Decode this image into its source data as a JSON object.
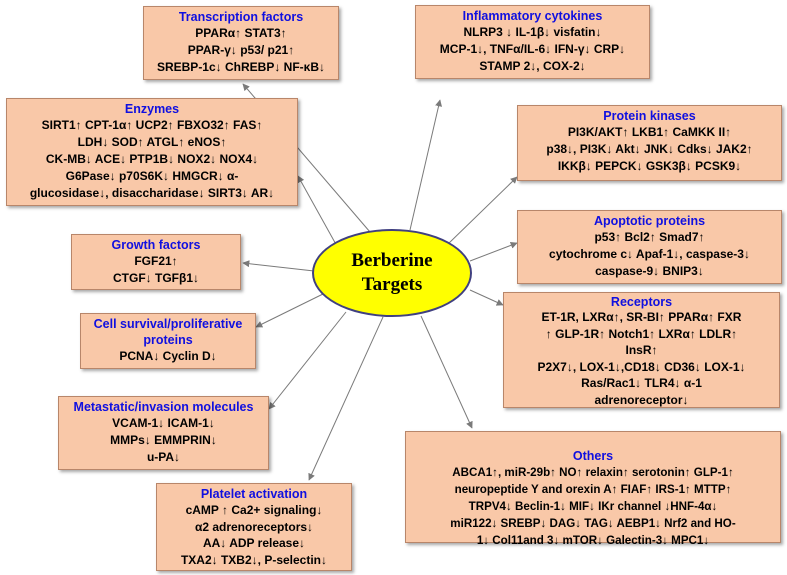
{
  "center": {
    "line1": "Berberine",
    "line2": "Targets"
  },
  "boxes": [
    {
      "id": "transcription-factors",
      "title": "Transcription factors",
      "lines": [
        "PPARα↑ STAT3↑",
        "PPAR-γ↓  p53/ p21↑",
        "SREBP-1c↓ ChREBP↓  NF-κB↓"
      ]
    },
    {
      "id": "inflammatory-cytokines",
      "title": "Inflammatory cytokines",
      "lines": [
        "NLRP3 ↓  IL-1β↓ visfatin↓",
        "MCP-1↓, TNFα/IL-6↓  IFN-γ↓  CRP↓",
        "STAMP 2↓, COX-2↓"
      ]
    },
    {
      "id": "enzymes",
      "title": "Enzymes",
      "lines": [
        "SIRT1↑  CPT-1α↑ UCP2↑   FBXO32↑ FAS↑",
        "LDH↓  SOD↑  ATGL↑  eNOS↑",
        "CK-MB↓ ACE↓   PTP1B↓  NOX2↓  NOX4↓",
        "G6Pase↓ p70S6K↓ HMGCR↓    α-",
        "glucosidase↓, disaccharidase↓  SIRT3↓ AR↓"
      ]
    },
    {
      "id": "protein-kinases",
      "title": "Protein kinases",
      "lines": [
        "PI3K/AKT↑ LKB1↑  CaMKK II↑",
        "p38↓,  PI3K↓  Akt↓ JNK↓ Cdks↓    JAK2↑",
        "IKKβ↓   PEPCK↓ GSK3β↓  PCSK9↓"
      ]
    },
    {
      "id": "growth-factors",
      "title": "Growth factors",
      "lines": [
        "FGF21↑",
        "CTGF↓ TGFβ1↓"
      ]
    },
    {
      "id": "apoptotic-proteins",
      "title": "Apoptotic proteins",
      "lines": [
        "p53↑ Bcl2↑ Smad7↑",
        "cytochrome c↓ Apaf-1↓, caspase-3↓",
        "caspase-9↓  BNIP3↓"
      ]
    },
    {
      "id": "cell-survival",
      "title": "Cell survival/proliferative proteins",
      "titleLines": [
        "Cell survival/proliferative",
        "proteins"
      ],
      "lines": [
        "PCNA↓ Cyclin D↓"
      ]
    },
    {
      "id": "receptors",
      "title": "Receptors",
      "lines": [
        "ET-1R, LXRα↑,   SR-BI↑ PPARα↑ FXR",
        "↑  GLP-1R↑ Notch1↑ LXRα↑ LDLR↑",
        "InsR↑",
        "P2X7↓, LOX-1↓,CD18↓ CD36↓   LOX-1↓",
        "Ras/Rac1↓  TLR4↓   α-1",
        "adrenoreceptor↓"
      ]
    },
    {
      "id": "metastatic-molecules",
      "title": "Metastatic/invasion molecules",
      "lines": [
        "VCAM-1↓    ICAM-1↓",
        "MMPs↓ EMMPRIN↓",
        "u-PA↓"
      ]
    },
    {
      "id": "others",
      "title": "Others",
      "lines": [
        "ABCA1↑, miR-29b↑  NO↑  relaxin↑ serotonin↑  GLP-1↑",
        "neuropeptide Y and orexin A↑ FIAF↑  IRS-1↑  MTTP↑",
        "TRPV4↓     Beclin-1↓   MIF↓ IKr channel ↓HNF-4α↓",
        "miR122↓  SREBP↓ DAG↓  TAG↓  AEBP1↓   Nrf2 and HO-",
        "1↓  Col11and 3↓  mTOR↓ Galectin-3↓  MPC1↓"
      ]
    },
    {
      "id": "platelet-activation",
      "title": "Platelet activation",
      "lines": [
        "cAMP ↑  Ca2+ signaling↓",
        "α2 adrenoreceptors↓",
        "AA↓   ADP release↓",
        "TXA2↓  TXB2↓, P-selectin↓"
      ]
    }
  ],
  "colors": {
    "box_fill": "#f9c8a8",
    "title_text": "#1010e0",
    "center_fill": "#ffff00",
    "arrow": "#7a7a7a"
  }
}
